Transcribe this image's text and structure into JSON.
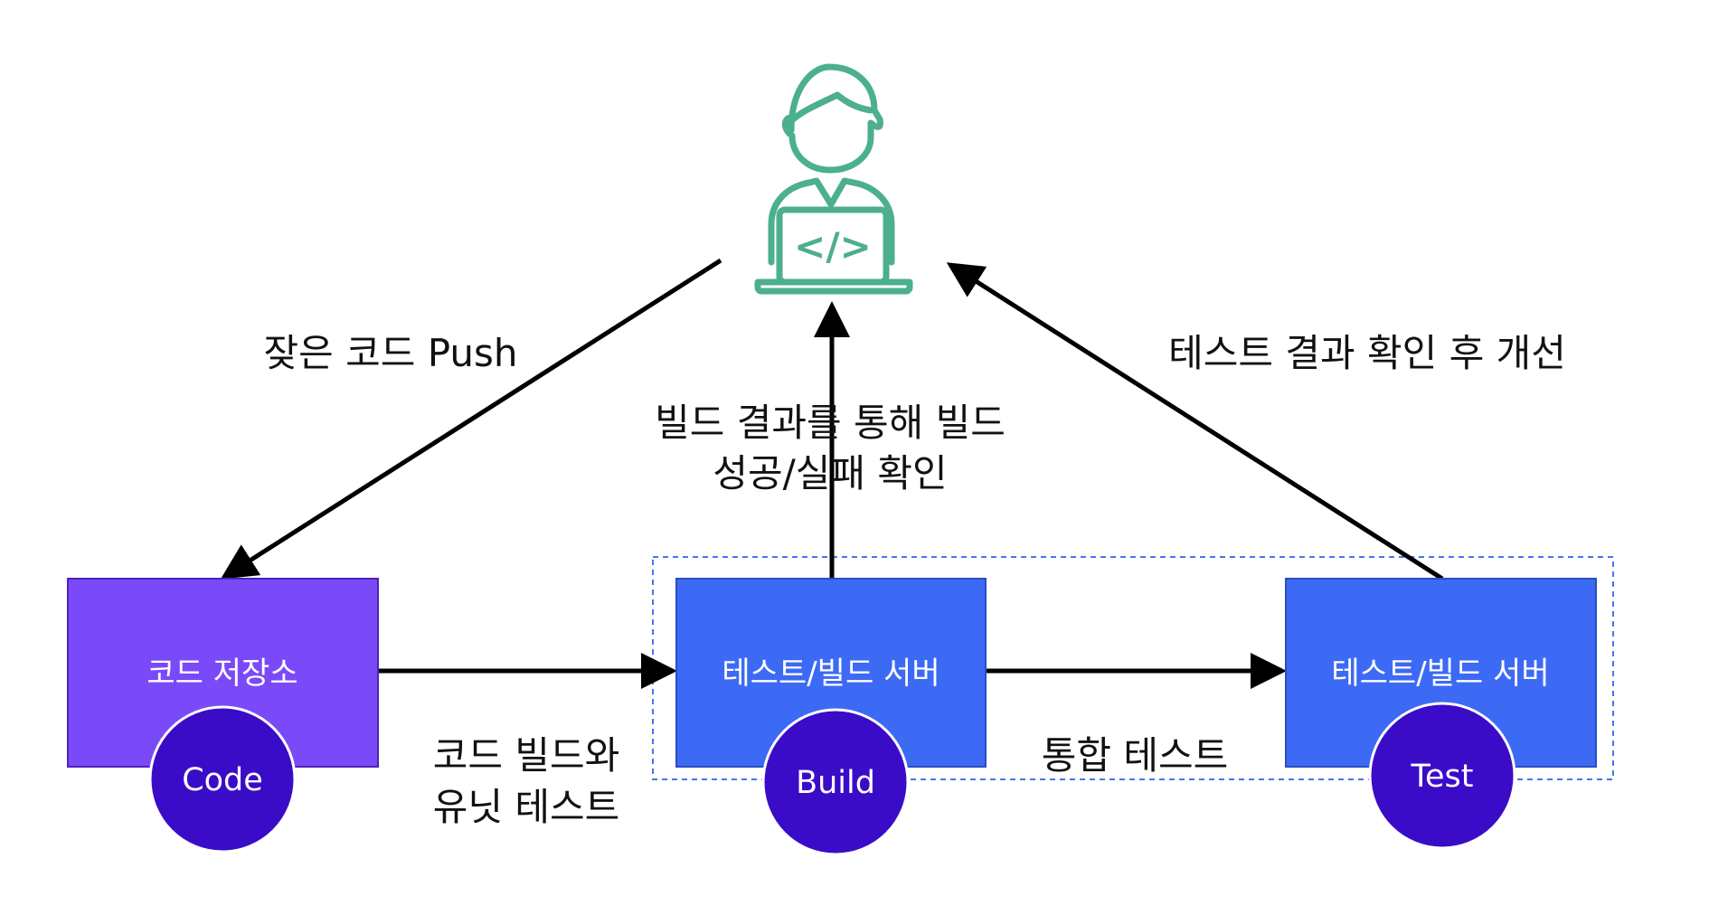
{
  "developer": {
    "icon": "developer-laptop-icon",
    "code_glyph": "</>"
  },
  "nodes": {
    "repository": {
      "label": "코드 저장소",
      "badge": "Code"
    },
    "build_server": {
      "label": "테스트/빌드 서버",
      "badge": "Build"
    },
    "test_server": {
      "label": "테스트/빌드 서버",
      "badge": "Test"
    }
  },
  "edges": {
    "push": {
      "label": "잦은 코드 Push"
    },
    "build_result": {
      "line1": "빌드 결과를 통해 빌드",
      "line2": "성공/실패 확인"
    },
    "test_result": {
      "label": "테스트 결과 확인 후 개선"
    },
    "unit_test": {
      "line1": "코드 빌드와",
      "line2": "유닛 테스트"
    },
    "integration_test": {
      "label": "통합 테스트"
    }
  },
  "colors": {
    "repository_fill": "#7a4af8",
    "repository_stroke": "#4e23b8",
    "server_fill": "#3d6af5",
    "server_stroke": "#2a4ec0",
    "badge_fill": "#3a0cc8",
    "badge_stroke": "#ffffff",
    "developer_icon": "#4caf8e",
    "group_border": "#4477ee",
    "arrow": "#000000"
  }
}
